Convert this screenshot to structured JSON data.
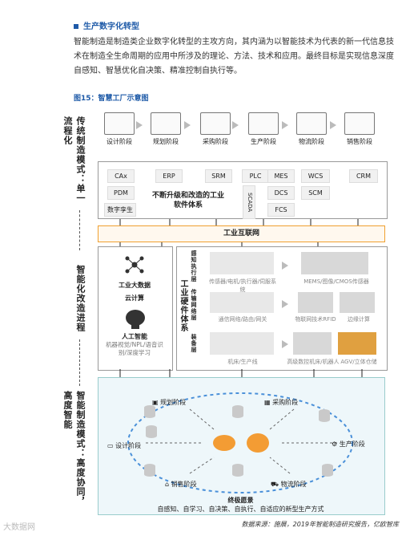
{
  "section": {
    "title": "生产数字化转型"
  },
  "paragraph": "智能制造是制造类企业数字化转型的主攻方向，其内涵为以智能技术为代表的新一代信息技术在制造全生命周期的应用中所涉及的理论、方法、技术和应用。最终目标是实现信息深度自感知、智慧优化自决策、精准控制自执行等。",
  "figure": {
    "title": "图15：智慧工厂示意图"
  },
  "modes": [
    "传统制造模式：单一流程化",
    "智能化改造进程",
    "智能制造模式：高度协同，高度智能"
  ],
  "stages": [
    "设计阶段",
    "规划阶段",
    "采购阶段",
    "生产阶段",
    "物流阶段",
    "销售阶段"
  ],
  "software": {
    "chips": [
      "CAx",
      "PDM",
      "数字孪生",
      "ERP",
      "SRM",
      "PLC",
      "SCADA",
      "MES",
      "DCS",
      "FCS",
      "WCS",
      "SCM",
      "CRM"
    ],
    "note": "不断升级和改造的工业软件体系"
  },
  "network": "工业互联网",
  "left_panel": {
    "big_data": "工业大数据",
    "cloud": "云计算",
    "ai": "人工智能",
    "ai_desc": "机器视觉/NPL/语音识别/深度学习"
  },
  "hardware": {
    "title": "工业硬件体系",
    "layers": [
      {
        "name": "感知执行层",
        "left": "传感器/电机/执行器/伺服系统",
        "right": "MEMS/图像/CMOS传感器"
      },
      {
        "name": "传输网络层",
        "left": "通信网络/路由/网关",
        "right": "物联网技术RFID",
        "right2": "边缘计算"
      },
      {
        "name": "装备层",
        "left": "机床/生产线",
        "right": "高级数控机床/机器人",
        "right2": "AGV/立体仓储"
      }
    ]
  },
  "smart": {
    "goal_title": "终极愿景",
    "goal_desc": "自感知、自学习、自决策、自执行、自适应的新型生产方式"
  },
  "footer": {
    "source": "数据来源：施展，2019年智能制造研究报告，亿欧智库",
    "logo": "大数据网"
  }
}
